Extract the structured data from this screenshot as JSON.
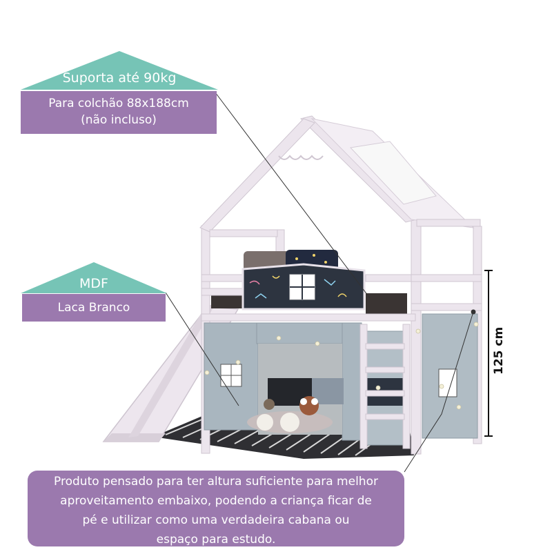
{
  "badge_top": {
    "title": "Suporta até 90kg",
    "line1": "Para colchão 88x188cm",
    "line2": "(não incluso)"
  },
  "badge_mid": {
    "title": "MDF",
    "line1": "Laca Branco"
  },
  "dimension_label": "125 cm",
  "description": {
    "line1": "Produto pensado para ter altura suficiente para melhor",
    "line2": "aproveitamento embaixo, podendo a criança ficar de",
    "line3": "pé e utilizar como uma verdadeira cabana ou",
    "line4": "espaço para estudo."
  },
  "colors": {
    "teal": "#76c4b6",
    "purple": "#9b79ae",
    "frame": "#e9e2ea",
    "fabric": "#a9b6bf",
    "chalkboard": "#2d3440"
  }
}
